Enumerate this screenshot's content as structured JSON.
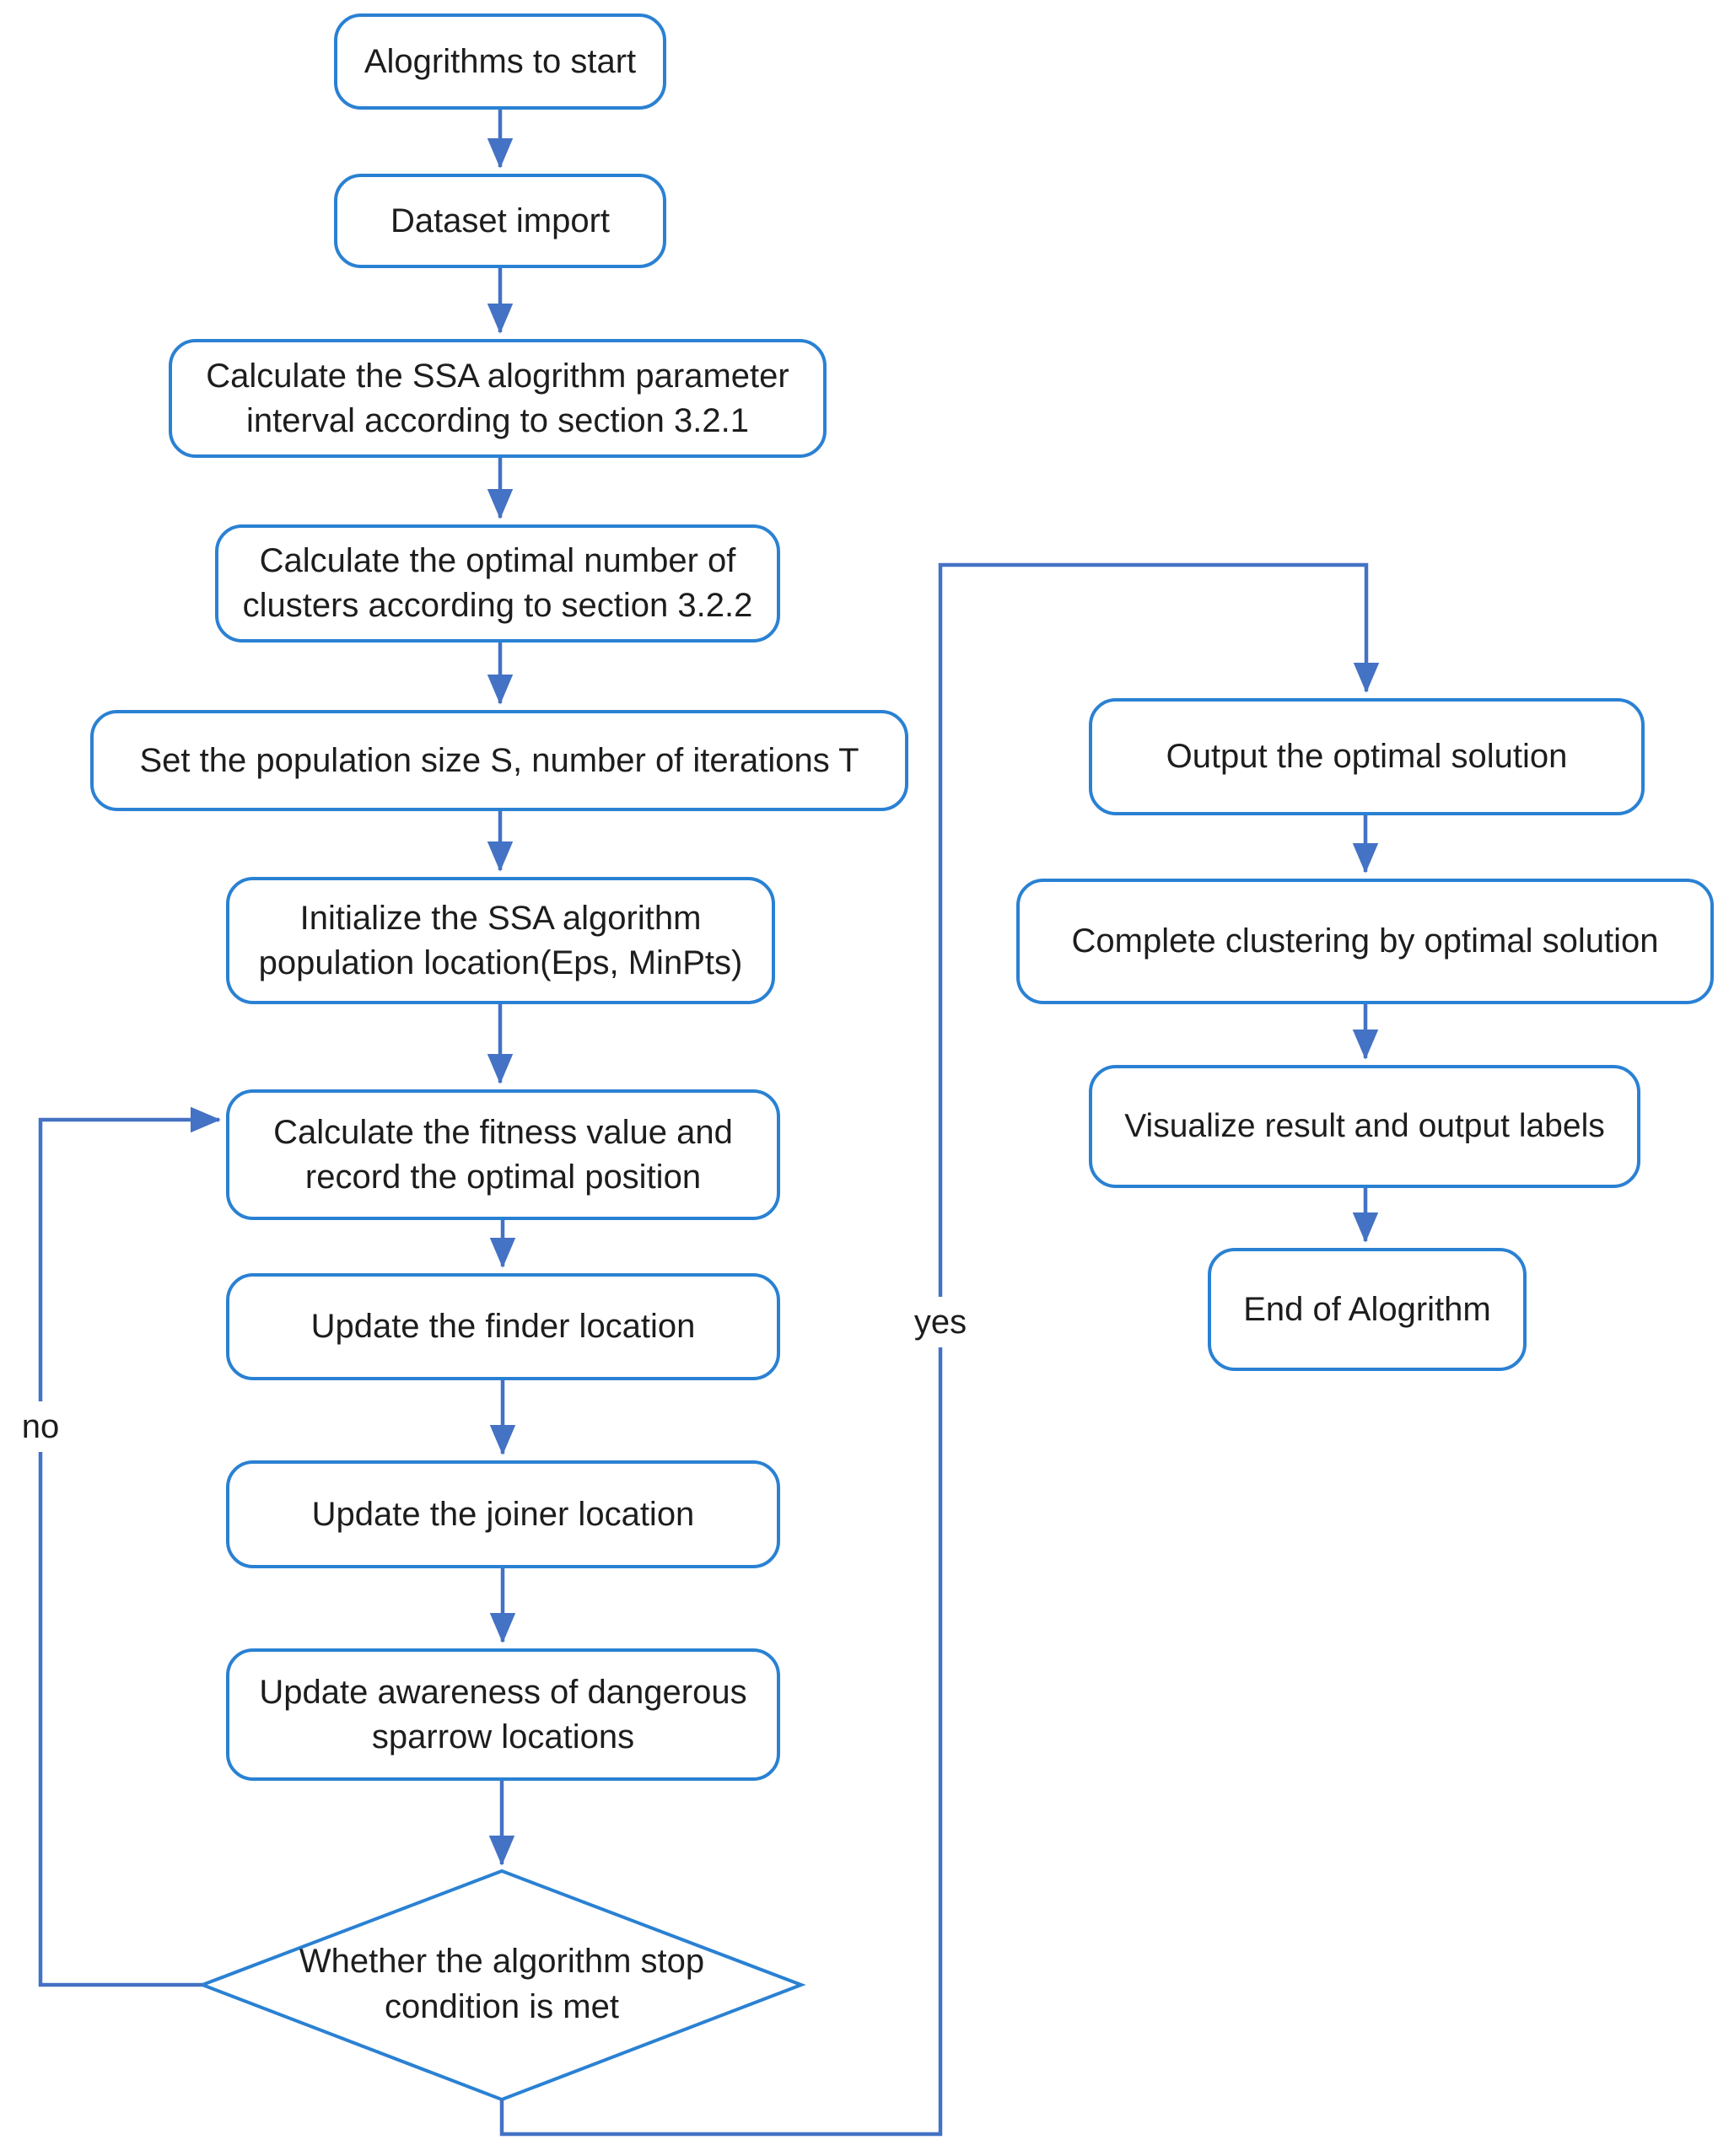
{
  "colors": {
    "node_border": "#2a81d3",
    "connector": "#4472c4",
    "text": "#1d1d1d",
    "bg": "#ffffff"
  },
  "nodes": {
    "start": {
      "label": "Alogrithms to start"
    },
    "dataset_import": {
      "label": "Dataset import"
    },
    "calc_param": {
      "label": "Calculate the SSA alogrithm parameter interval according to section 3.2.1"
    },
    "calc_clusters": {
      "label": "Calculate the optimal number of clusters according to section 3.2.2"
    },
    "set_population": {
      "label": "Set the population size S, number of iterations T"
    },
    "init_population": {
      "label": "Initialize the SSA algorithm population location(Eps, MinPts)"
    },
    "calc_fitness": {
      "label": "Calculate the fitness value and record the optimal position"
    },
    "update_finder": {
      "label": "Update the finder location"
    },
    "update_joiner": {
      "label": "Update the joiner location"
    },
    "update_awareness": {
      "label": "Update awareness of dangerous sparrow locations"
    },
    "stop_condition": {
      "label": "Whether the algorithm stop condition is met"
    },
    "output_solution": {
      "label": "Output the optimal solution"
    },
    "complete_clustering": {
      "label": "Complete clustering by optimal solution"
    },
    "visualize_result": {
      "label": "Visualize result and output labels"
    },
    "end": {
      "label": "End of Alogrithm"
    }
  },
  "edge_labels": {
    "yes": "yes",
    "no": "no"
  },
  "edges": [
    {
      "from": "start",
      "to": "dataset_import"
    },
    {
      "from": "dataset_import",
      "to": "calc_param"
    },
    {
      "from": "calc_param",
      "to": "calc_clusters"
    },
    {
      "from": "calc_clusters",
      "to": "set_population"
    },
    {
      "from": "set_population",
      "to": "init_population"
    },
    {
      "from": "init_population",
      "to": "calc_fitness"
    },
    {
      "from": "calc_fitness",
      "to": "update_finder"
    },
    {
      "from": "update_finder",
      "to": "update_joiner"
    },
    {
      "from": "update_joiner",
      "to": "update_awareness"
    },
    {
      "from": "update_awareness",
      "to": "stop_condition"
    },
    {
      "from": "stop_condition",
      "to": "calc_fitness",
      "label": "no"
    },
    {
      "from": "stop_condition",
      "to": "output_solution",
      "label": "yes"
    },
    {
      "from": "output_solution",
      "to": "complete_clustering"
    },
    {
      "from": "complete_clustering",
      "to": "visualize_result"
    },
    {
      "from": "visualize_result",
      "to": "end"
    }
  ]
}
